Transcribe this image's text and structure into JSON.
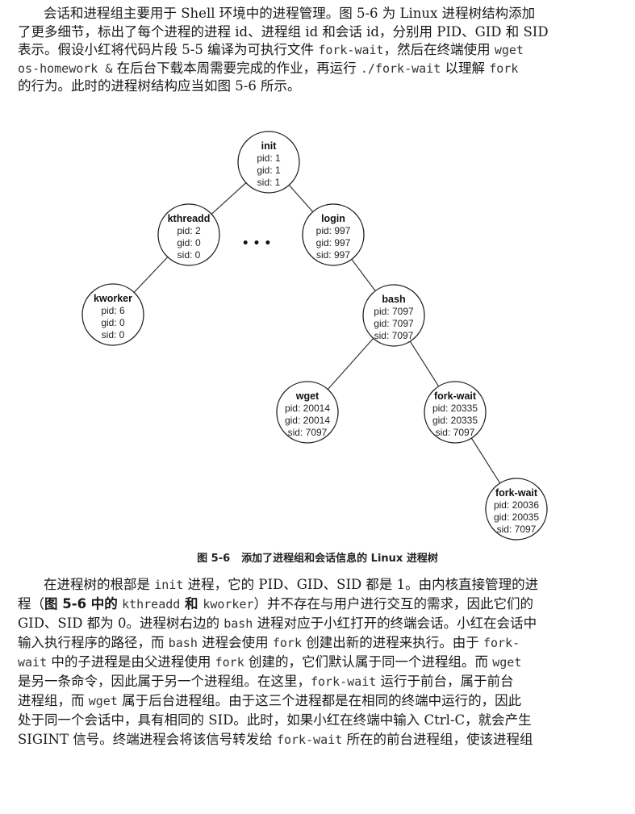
{
  "paragraph1": [
    [
      {
        "t": "会话和进程组主要用于 Shell 环境中的进程管理。图 5-6 为 Linux 进程树结构添加"
      }
    ],
    [
      {
        "t": "了更多细节，标出了每个进程的进程 id、进程组 id 和会话 id，分别用 PID、GID 和 SID"
      }
    ],
    [
      {
        "t": "表示。假设小红将代码片段 5-5 编译为可执行文件 "
      },
      {
        "t": "fork-wait",
        "m": 1
      },
      {
        "t": "，然后在终端使用 "
      },
      {
        "t": "wget",
        "m": 1
      }
    ],
    [
      {
        "t": "os-homework &",
        "m": 1
      },
      {
        "t": " 在后台下载本周需要完成的作业，再运行 "
      },
      {
        "t": "./fork-wait",
        "m": 1
      },
      {
        "t": " 以理解 "
      },
      {
        "t": "fork",
        "m": 1
      }
    ],
    [
      {
        "t": "的行为。此时的进程树结构应当如图 5-6 所示。"
      }
    ]
  ],
  "figure": {
    "nodes": [
      {
        "id": "init",
        "name": "init",
        "lines": [
          "pid: 1",
          "gid: 1",
          "sid: 1"
        ]
      },
      {
        "id": "kthreadd",
        "name": "kthreadd",
        "lines": [
          "pid: 2",
          "gid: 0",
          "sid: 0"
        ]
      },
      {
        "id": "login",
        "name": "login",
        "lines": [
          "pid: 997",
          "gid: 997",
          "sid: 997"
        ]
      },
      {
        "id": "kworker",
        "name": "kworker",
        "lines": [
          "pid: 6",
          "gid: 0",
          "sid: 0"
        ]
      },
      {
        "id": "bash",
        "name": "bash",
        "lines": [
          "pid: 7097",
          "gid: 7097",
          "sid: 7097"
        ]
      },
      {
        "id": "wget",
        "name": "wget",
        "lines": [
          "pid: 20014",
          "gid: 20014",
          "sid: 7097"
        ]
      },
      {
        "id": "forkwait1",
        "name": "fork-wait",
        "lines": [
          "pid: 20335",
          "gid: 20335",
          "sid: 7097"
        ]
      },
      {
        "id": "forkwait2",
        "name": "fork-wait",
        "lines": [
          "pid: 20036",
          "gid: 20035",
          "sid: 7097"
        ]
      }
    ],
    "edges": [
      [
        "init",
        "kthreadd"
      ],
      [
        "init",
        "login"
      ],
      [
        "kthreadd",
        "kworker"
      ],
      [
        "login",
        "bash"
      ],
      [
        "bash",
        "wget"
      ],
      [
        "bash",
        "forkwait1"
      ],
      [
        "forkwait1",
        "forkwait2"
      ]
    ],
    "ellipsis": "• • •",
    "caption_number": "图 5-6",
    "caption_text": "添加了进程组和会话信息的 Linux 进程树"
  },
  "paragraph2": [
    [
      {
        "t": "在进程树的根部是 "
      },
      {
        "t": "init",
        "m": 1
      },
      {
        "t": " 进程，它的 PID、GID、SID 都是 1。由内核直接管理的进"
      }
    ],
    [
      {
        "t": "程（"
      },
      {
        "t": "图 5-6 中的",
        "b": 1
      },
      {
        "t": " "
      },
      {
        "t": "kthreadd",
        "m": 1
      },
      {
        "t": " 和 ",
        "b": 1
      },
      {
        "t": "kworker",
        "m": 1
      },
      {
        "t": "）并不存在与用户进行交互的需求，因此它们的"
      }
    ],
    [
      {
        "t": "GID、SID 都为 0。进程树右边的 "
      },
      {
        "t": "bash",
        "m": 1
      },
      {
        "t": " 进程对应于小红打开的终端会话。小红在会话中"
      }
    ],
    [
      {
        "t": "输入执行程序的路径，而 "
      },
      {
        "t": "bash",
        "m": 1
      },
      {
        "t": " 进程会使用 "
      },
      {
        "t": "fork",
        "m": 1
      },
      {
        "t": " 创建出新的进程来执行。由于 "
      },
      {
        "t": "fork-",
        "m": 1
      }
    ],
    [
      {
        "t": "wait",
        "m": 1
      },
      {
        "t": " 中的子进程是由父进程使用 "
      },
      {
        "t": "fork",
        "m": 1
      },
      {
        "t": " 创建的，它们默认属于同一个进程组。而 "
      },
      {
        "t": "wget",
        "m": 1
      }
    ],
    [
      {
        "t": "是另一条命令，因此属于另一个进程组。在这里，"
      },
      {
        "t": "fork-wait",
        "m": 1
      },
      {
        "t": " 运行于前台，属于前台"
      }
    ],
    [
      {
        "t": "进程组，而 "
      },
      {
        "t": "wget",
        "m": 1
      },
      {
        "t": " 属于后台进程组。由于这三个进程都是在相同的终端中运行的，因此"
      }
    ],
    [
      {
        "t": "处于同一个会话中，具有相同的 SID。此时，如果小红在终端中输入 Ctrl-C，就会产生"
      }
    ],
    [
      {
        "t": "SIGINT 信号。终端进程会将该信号转发给 "
      },
      {
        "t": "fork-wait",
        "m": 1
      },
      {
        "t": " 所在的前台进程组，使该进程组"
      }
    ]
  ]
}
